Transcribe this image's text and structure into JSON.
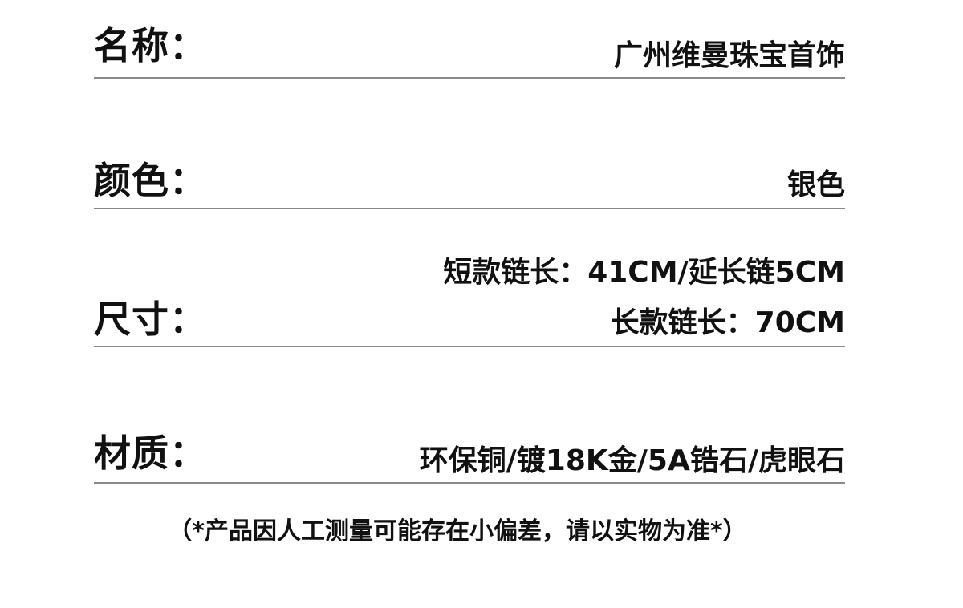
{
  "specs": {
    "name": {
      "label": "名称：",
      "value": "广州维曼珠宝首饰"
    },
    "color": {
      "label": "颜色：",
      "value": "银色"
    },
    "size": {
      "label": "尺寸：",
      "values": [
        "短款链长：41CM/延长链5CM",
        "长款链长：70CM"
      ]
    },
    "material": {
      "label": "材质：",
      "value": "环保铜/镀18K金/5A锆石/虎眼石"
    }
  },
  "note": "（*产品因人工测量可能存在小偏差，请以实物为准*）"
}
